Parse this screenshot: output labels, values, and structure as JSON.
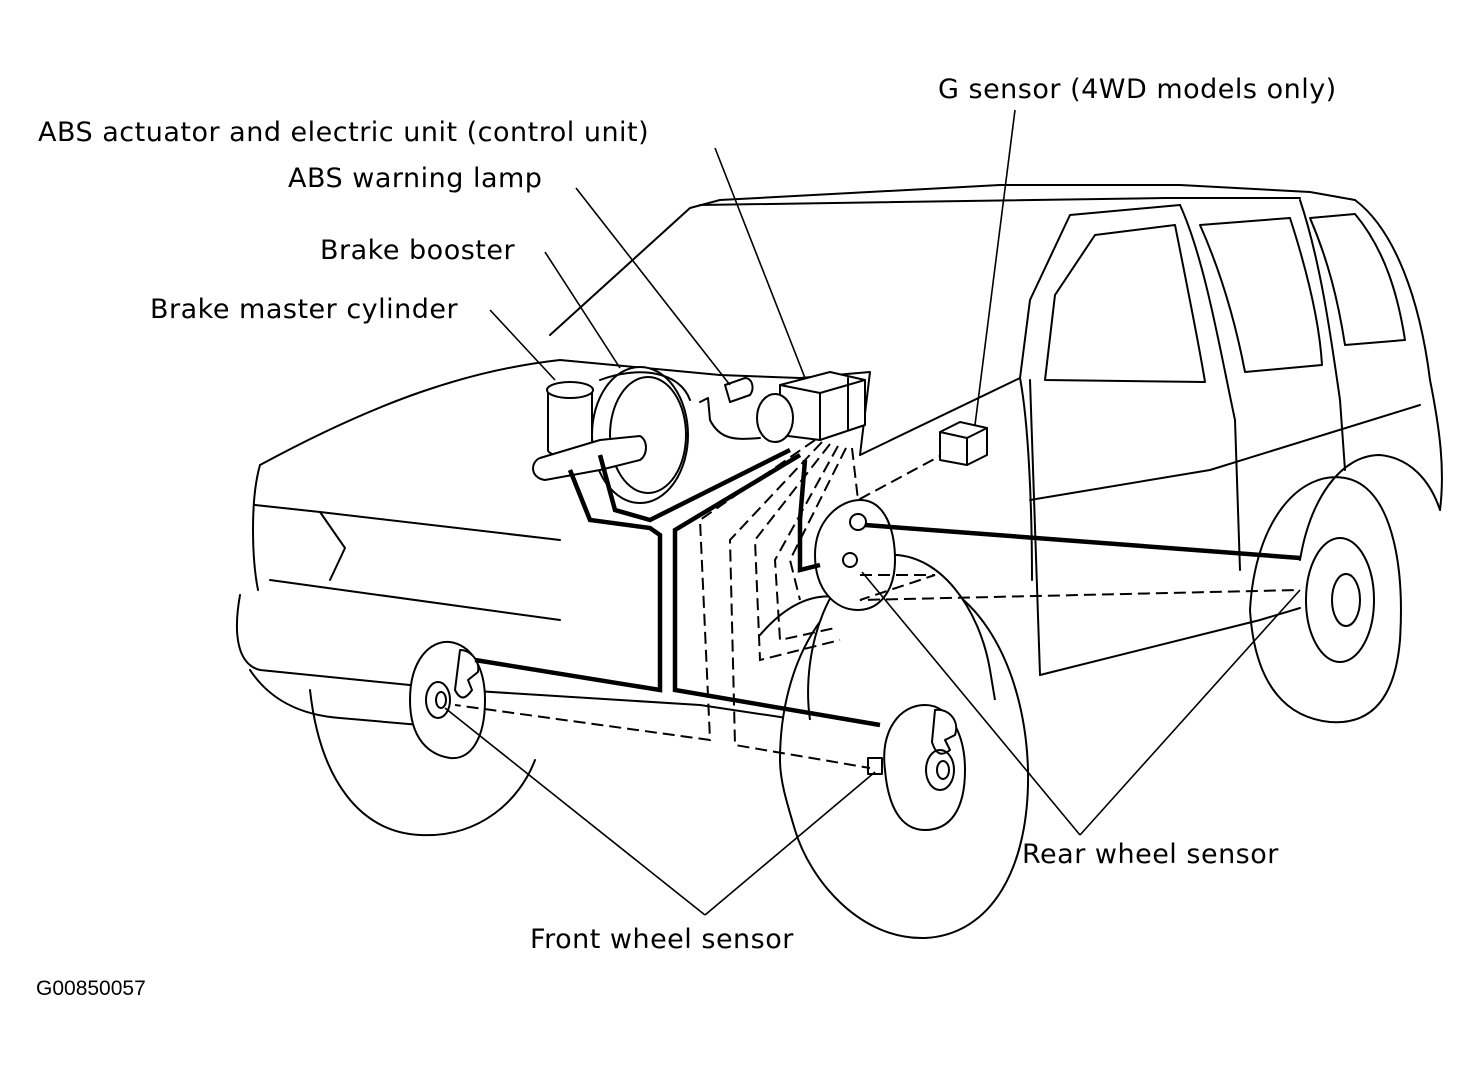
{
  "labels": {
    "g_sensor": "G sensor (4WD models only)",
    "abs_actuator": "ABS actuator and electric unit (control unit)",
    "abs_warning_lamp": "ABS warning lamp",
    "brake_booster": "Brake booster",
    "brake_master_cylinder": "Brake master cylinder",
    "rear_wheel_sensor": "Rear wheel sensor",
    "front_wheel_sensor": "Front wheel sensor"
  },
  "figure_code": "G00850057"
}
